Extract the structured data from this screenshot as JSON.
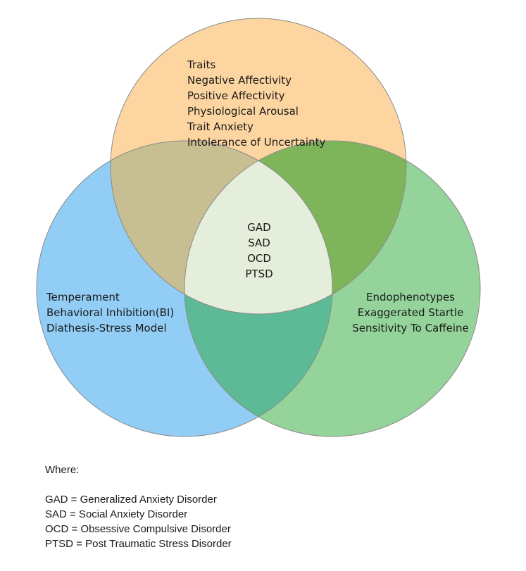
{
  "sets": {
    "traits": {
      "color": "#fdd5a0",
      "items": [
        "Traits",
        "Negative Affectivity",
        "Positive Affectivity",
        "Physiological Arousal",
        "Trait Anxiety",
        "Intolerance of Uncertainty"
      ]
    },
    "temperament": {
      "color": "#92cdf5",
      "items": [
        "Temperament",
        "Behavioral Inhibition(BI)",
        "Diathesis-Stress Model"
      ]
    },
    "endophenotypes": {
      "color": "#94d49a",
      "items": [
        "Endophenotypes",
        "Exaggerated Startle",
        "Sensitivity To Caffeine"
      ]
    }
  },
  "intersection_colors": {
    "traits_temperament": "#c7bf92",
    "traits_endophenotypes": "#7fb55a",
    "temperament_endophenotypes": "#5cba96",
    "center": "#e4eedb"
  },
  "center": {
    "items": [
      "GAD",
      "SAD",
      "OCD",
      "PTSD"
    ]
  },
  "legend": {
    "heading": "Where:",
    "items": [
      "GAD = Generalized Anxiety Disorder",
      "SAD = Social Anxiety Disorder",
      "OCD = Obsessive Compulsive Disorder",
      "PTSD = Post Traumatic Stress Disorder"
    ]
  }
}
